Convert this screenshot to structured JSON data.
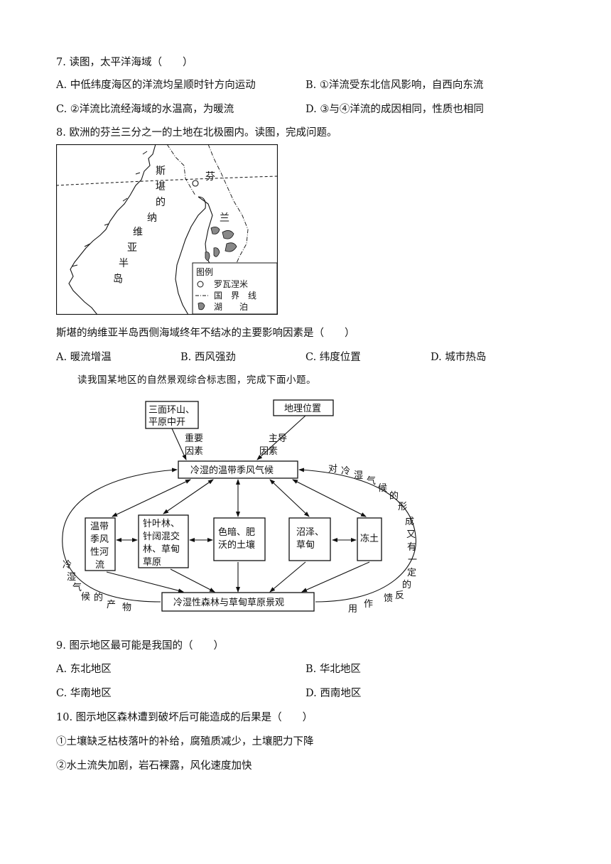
{
  "q7": {
    "stem": "7. 读图，太平洋海域（　　）",
    "A": "A. 中低纬度海区的洋流均呈顺时针方向运动",
    "B": "B. ①洋流受东北信风影响，自西向东流",
    "C": "C. ②洋流比流经海域的水温高，为暖流",
    "D": "D. ③与④洋流的成因相同，性质也相同"
  },
  "q8": {
    "stem": "8. 欧洲的芬兰三分之一的土地在北极圈内。读图，完成问题。",
    "question": "斯堪的纳维亚半岛西侧海域终年不结冰的主要影响因素是（　　）",
    "A": "A. 暖流增温",
    "B": "B. 西风强劲",
    "C": "C. 纬度位置",
    "D": "D. 城市热岛",
    "map": {
      "peninsula_chars": [
        "斯",
        "堪",
        "的",
        "纳",
        "维",
        "亚",
        "半",
        "岛"
      ],
      "finland_chars": [
        "芬",
        "兰"
      ],
      "legend_title": "图例",
      "legend_items": [
        "罗瓦涅米",
        "国　界　线",
        "湖　　泊"
      ]
    }
  },
  "intro": "读我国某地区的自然景观综合标志图，完成下面小题。",
  "diagram": {
    "top_left": [
      "三面环山、",
      "平原中开"
    ],
    "top_right": "地理位置",
    "label_left": [
      "重要",
      "因素"
    ],
    "label_right": [
      "主导",
      "因素"
    ],
    "climate": "冷湿的温带季风气候",
    "b1": [
      "温带",
      "季风",
      "性河",
      "流"
    ],
    "b2": [
      "针叶林、",
      "针阔混交",
      "林、草甸",
      "草原"
    ],
    "b3": [
      "色暗、肥",
      "沃的土壤"
    ],
    "b4": [
      "沼泽、",
      "草甸"
    ],
    "b5": "冻土",
    "landscape": "冷湿性森林与草甸草原景观",
    "arc_left": [
      "冷",
      "湿",
      "气",
      "候",
      "的",
      "产",
      "物"
    ],
    "arc_right": [
      "对",
      "冷",
      "湿",
      "气",
      "候",
      "的",
      "形",
      "成",
      "又",
      "有",
      "一",
      "定",
      "的",
      "反",
      "馈",
      "作",
      "用"
    ]
  },
  "q9": {
    "stem": "9. 图示地区最可能是我国的（　　）",
    "A": "A. 东北地区",
    "B": "B. 华北地区",
    "C": "C. 华南地区",
    "D": "D. 西南地区"
  },
  "q10": {
    "stem": "10. 图示地区森林遭到破坏后可能造成的后果是（　　）",
    "s1": "①土壤缺乏枯枝落叶的补给，腐殖质减少，土壤肥力下降",
    "s2": "②水土流失加剧，岩石裸露，风化速度加快"
  }
}
